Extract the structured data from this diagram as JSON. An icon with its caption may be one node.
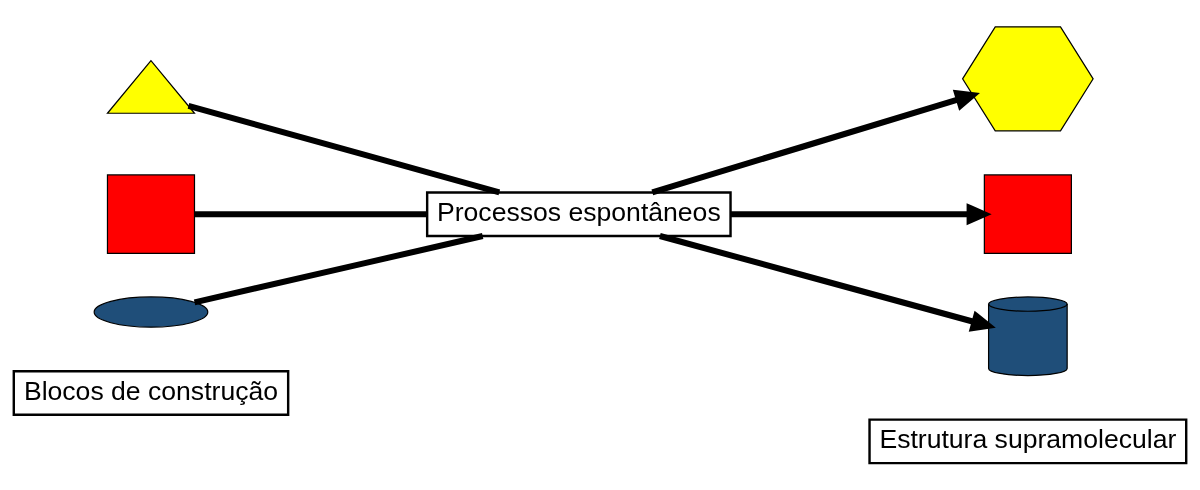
{
  "diagram": {
    "nodes": [
      {
        "text": [],
        "shape": "triangle"
      },
      {
        "text": [],
        "shape": "box"
      },
      {
        "text": [],
        "shape": "ellipse"
      },
      {
        "text": [
          "Processos espontâneos"
        ]
      },
      {
        "text": [],
        "shape": "hexagon"
      },
      {
        "text": [],
        "shape": "box"
      },
      {
        "text": [],
        "shape": "cylinder"
      },
      {
        "text": [
          "Blocos de construção"
        ]
      },
      {
        "text": [
          "Estrutura supramolecular"
        ]
      }
    ],
    "edges": [
      {
        "from": 0,
        "to": 3,
        "arrow": "none"
      },
      {
        "from": 1,
        "to": 3,
        "arrow": "none"
      },
      {
        "from": 2,
        "to": 3,
        "arrow": "none"
      },
      {
        "from": 3,
        "to": 4,
        "arrow": "to"
      },
      {
        "from": 3,
        "to": 5,
        "arrow": "to"
      },
      {
        "from": 3,
        "to": 6,
        "arrow": "to"
      }
    ]
  }
}
